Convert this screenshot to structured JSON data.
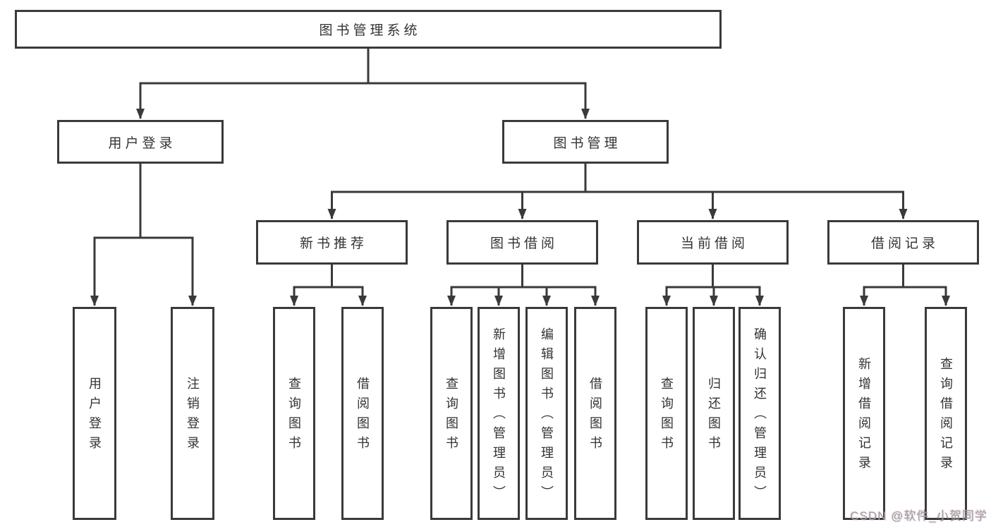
{
  "diagram": {
    "title": "图书管理系统",
    "root": {
      "label": "图书管理系统"
    },
    "level2": [
      {
        "label": "用户登录"
      },
      {
        "label": "图书管理"
      }
    ],
    "level3": [
      {
        "label": "新书推荐"
      },
      {
        "label": "图书借阅"
      },
      {
        "label": "当前借阅"
      },
      {
        "label": "借阅记录"
      }
    ],
    "leaves": {
      "user_login": [
        {
          "label": "用户登录"
        },
        {
          "label": "注销登录"
        }
      ],
      "new_book": [
        {
          "label": "查询图书"
        },
        {
          "label": "借阅图书"
        }
      ],
      "book_borrow": [
        {
          "label": "查询图书"
        },
        {
          "label": "新增图书（管理员）"
        },
        {
          "label": "编辑图书（管理员）"
        },
        {
          "label": "借阅图书"
        }
      ],
      "current_borrow": [
        {
          "label": "查询图书"
        },
        {
          "label": "归还图书"
        },
        {
          "label": "确认归还（管理员）"
        }
      ],
      "borrow_record": [
        {
          "label": "新增借阅记录"
        },
        {
          "label": "查询借阅记录"
        }
      ]
    },
    "watermark": "CSDN @软件_小贺同学",
    "colors": {
      "line": "#3a3a3a",
      "text": "#333333",
      "background": "#ffffff",
      "watermark": "#9e9e9e"
    }
  }
}
